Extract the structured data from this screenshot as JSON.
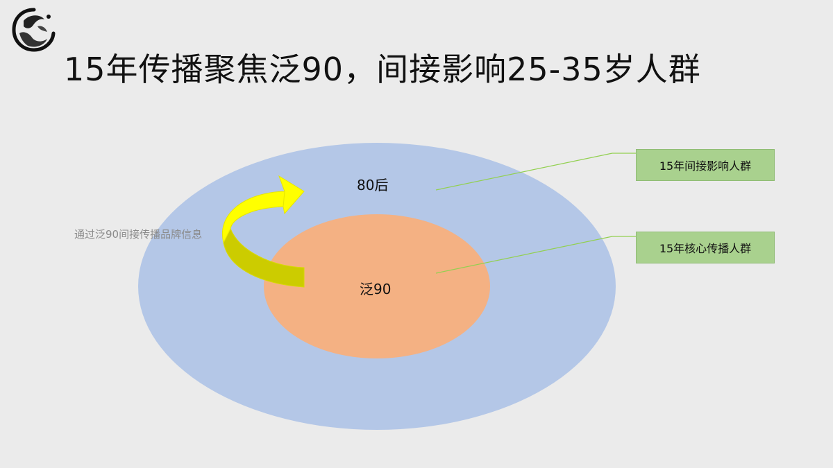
{
  "slide": {
    "title": "15年传播聚焦泛90，间接影响25-35岁人群"
  },
  "diagram": {
    "outer_circle_label": "80后",
    "inner_circle_label": "泛90",
    "arrow_note": "通过泛90间接传播品牌信息",
    "callouts": [
      {
        "label": "15年间接影响人群"
      },
      {
        "label": "15年核心传播人群"
      }
    ]
  },
  "colors": {
    "background": "#ebebeb",
    "outer_circle": "#b4c7e7",
    "inner_circle": "#f4b183",
    "callout_box": "#a9d18e",
    "arrow_head": "#ffff00",
    "arrow_body": "#cccc00",
    "leader_line": "#92d050"
  }
}
